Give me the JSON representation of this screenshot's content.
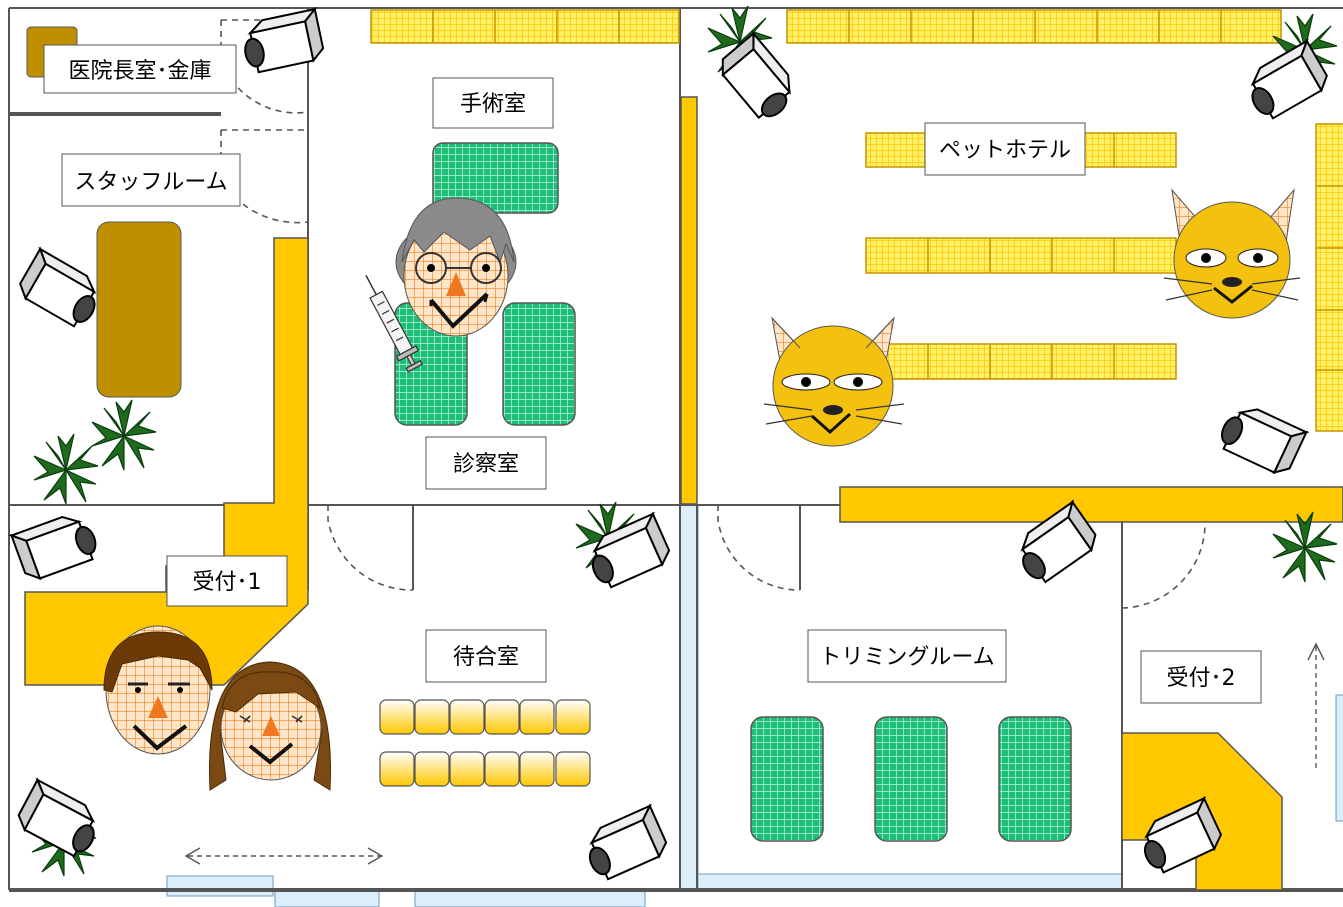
{
  "rooms": {
    "director": "医院長室･金庫",
    "staff": "スタッフルーム",
    "surgery": "手術室",
    "exam": "診察室",
    "reception1": "受付･1",
    "waiting": "待合室",
    "pet_hotel": "ペットホテル",
    "trimming": "トリミングルーム",
    "reception2": "受付･2"
  },
  "colors": {
    "wall": "#555555",
    "counter": "#FFC800",
    "cage": "#FFE94A",
    "table_green": "#19B874",
    "brown_desk": "#C08F00",
    "plant": "#1E6B1E",
    "glass": "#DCEEFA"
  }
}
